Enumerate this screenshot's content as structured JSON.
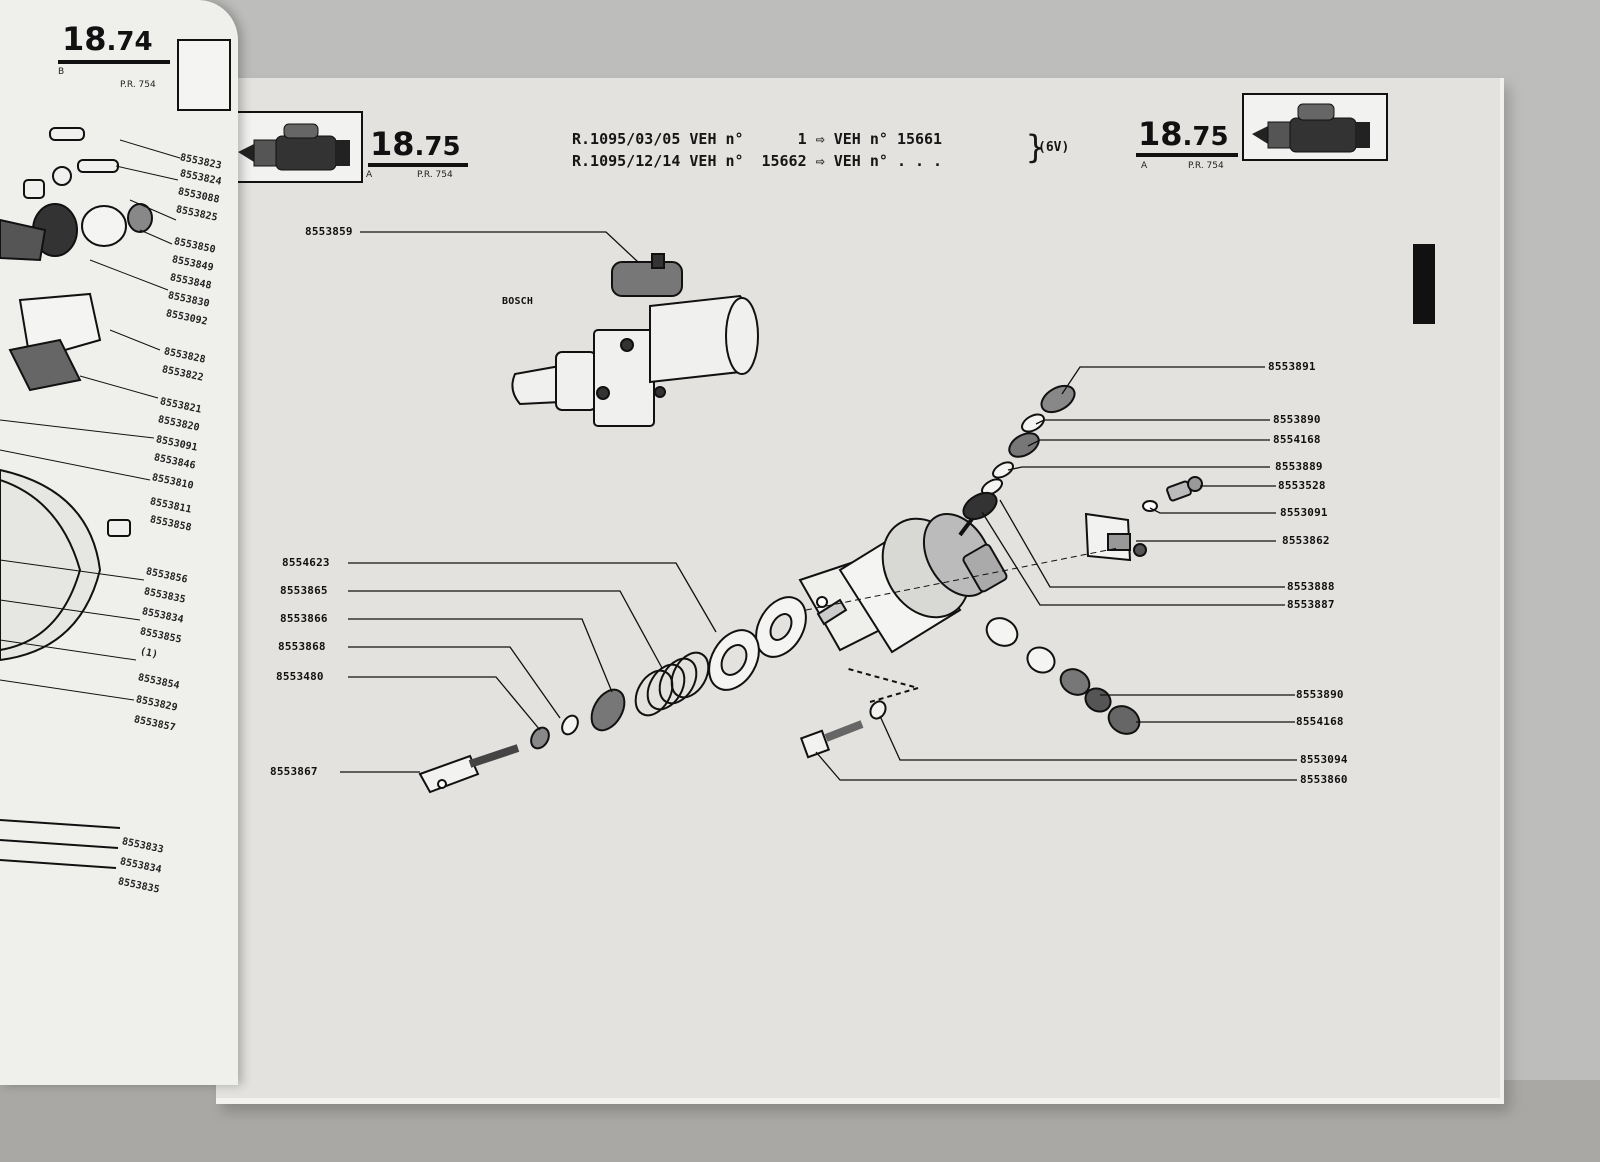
{
  "left_page": {
    "section_number": "18",
    "section_sub": ".74",
    "variant_letter": "B",
    "pr_code": "P.R. 754",
    "refs": [
      "8553823",
      "8553824",
      "8553088",
      "8553825",
      "8553850",
      "8553849",
      "8553848",
      "8553830",
      "8553092",
      "8553828",
      "8553822",
      "8553821",
      "8553820",
      "8553091",
      "8553846",
      "8553810",
      "8553811",
      "8553858",
      "8553856",
      "8553835",
      "8553834",
      "8553855",
      "(1)",
      "8553854",
      "8553829",
      "8553857",
      "8553833",
      "8553834",
      "8553835"
    ]
  },
  "right_page": {
    "left_header": {
      "section_number": "18",
      "section_sub": ".75",
      "variant_letter": "A",
      "pr_code": "P.R. 754"
    },
    "right_header": {
      "section_number": "18",
      "section_sub": ".75",
      "variant_letter": "A",
      "pr_code": "P.R. 754"
    },
    "title": {
      "line1": {
        "model": "R.1095/03/05 VEH n°",
        "from": "1",
        "arrow": "⇨",
        "to_prefix": "VEH n°",
        "to": "15661"
      },
      "line2": {
        "model": "R.1095/12/14 VEH n°",
        "from": "15662",
        "arrow": "⇨",
        "to_prefix": "VEH n°",
        "to": ". . ."
      },
      "voltage": "(6V)"
    },
    "brand_label": "BOSCH",
    "callouts": {
      "c8553859": "8553859",
      "c8553891": "8553891",
      "c8553890a": "8553890",
      "c8554168a": "8554168",
      "c8553889": "8553889",
      "c8553528": "8553528",
      "c8553091": "8553091",
      "c8553862": "8553862",
      "c8553888": "8553888",
      "c8553887": "8553887",
      "c8554623": "8554623",
      "c8553865": "8553865",
      "c8553866": "8553866",
      "c8553868": "8553868",
      "c8553480": "8553480",
      "c8553867": "8553867",
      "c8553890b": "8553890",
      "c8554168b": "8554168",
      "c8553094": "8553094",
      "c8553860": "8553860"
    }
  },
  "colors": {
    "paper": "#e3e2de",
    "ink": "#111111",
    "background": "#bdbdbb"
  }
}
